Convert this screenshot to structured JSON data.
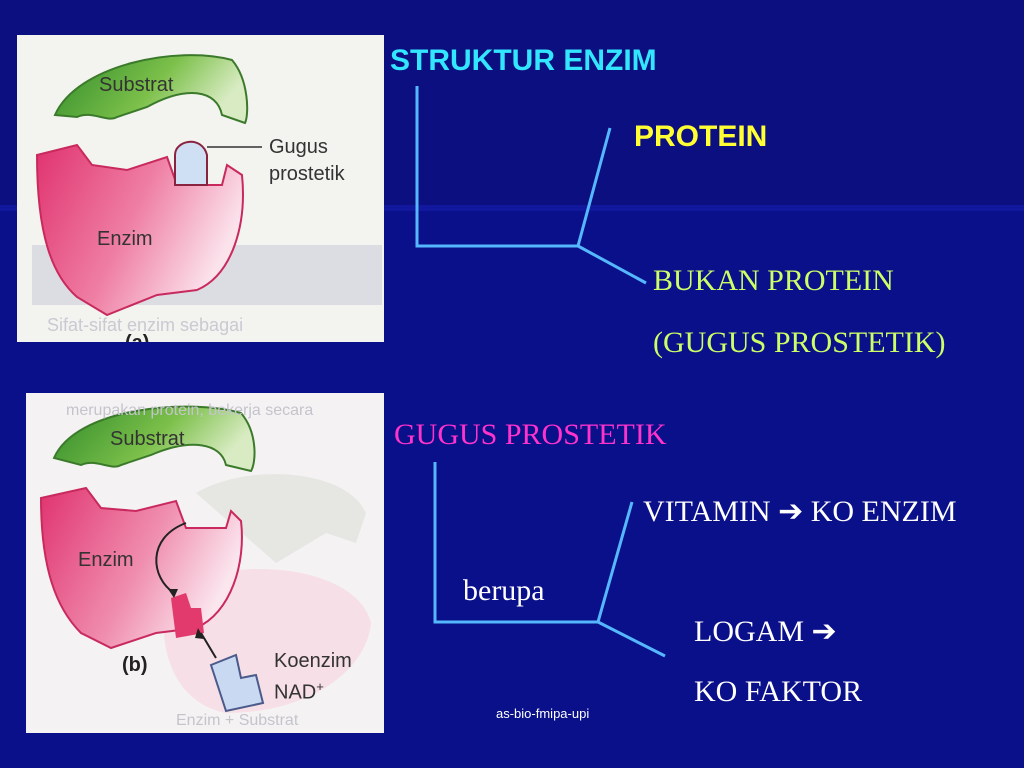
{
  "slide": {
    "title_structure": "STRUKTUR  ENZIM",
    "protein": "PROTEIN",
    "non_protein": "BUKAN  PROTEIN",
    "prosthetic_paren": "(GUGUS PROSTETIK)",
    "prosthetic_title": "GUGUS  PROSTETIK",
    "vitamin_line": "VITAMIN ➔ KO ENZIM",
    "berupa": "berupa",
    "logam_line": "LOGAM ➔",
    "kofaktor": "KO FAKTOR",
    "footer": "as-bio-fmipa-upi"
  },
  "figure_a": {
    "substrat": "Substrat",
    "gugus_line1": "Gugus",
    "gugus_line2": "prostetik",
    "enzim": "Enzim",
    "faded_text": "Sifat-sifat enzim sebagai",
    "caption": "(a)"
  },
  "figure_b": {
    "substrat": "Substrat",
    "enzim": "Enzim",
    "koenzim": "Koenzim",
    "nad": "NAD",
    "nad_sup": "+",
    "caption": "(b)",
    "faded_line1": "merupakan protein, bekerja secara",
    "faded_line2": "Enzim + Substrat"
  },
  "colors": {
    "background": "#0a0f8a",
    "connector": "#55b8ff",
    "title_cyan": "#33e6ff",
    "protein_yellow": "#ffff33",
    "green_text": "#ccff66",
    "magenta": "#ff33cc",
    "substrate_green": "#5aa83a",
    "enzyme_pink": "#e0457a"
  }
}
